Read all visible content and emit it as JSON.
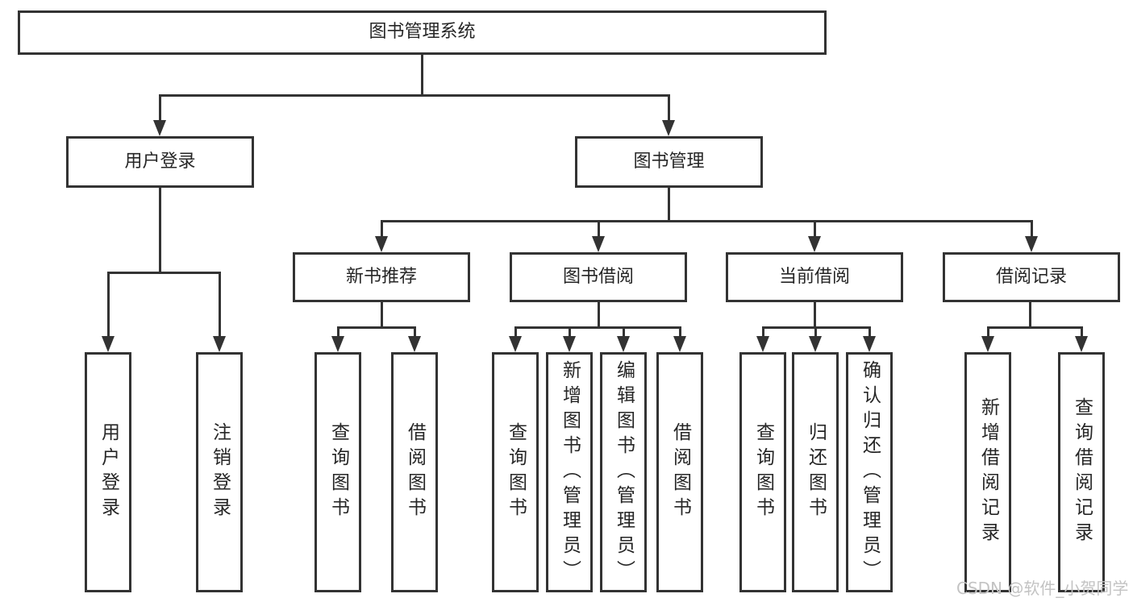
{
  "diagram": {
    "root": {
      "label": "图书管理系统"
    },
    "level2": [
      {
        "label": "用户登录"
      },
      {
        "label": "图书管理"
      }
    ],
    "level3": [
      {
        "label": "新书推荐"
      },
      {
        "label": "图书借阅"
      },
      {
        "label": "当前借阅"
      },
      {
        "label": "借阅记录"
      }
    ],
    "leaves": {
      "user_login": [
        {
          "label": "用户登录"
        },
        {
          "label": "注销登录"
        }
      ],
      "new_book": [
        {
          "label": "查询图书"
        },
        {
          "label": "借阅图书"
        }
      ],
      "book_borrow": [
        {
          "label": "查询图书"
        },
        {
          "label": "新增图书（管理员）"
        },
        {
          "label": "编辑图书（管理员）"
        },
        {
          "label": "借阅图书"
        }
      ],
      "current_borrow": [
        {
          "label": "查询图书"
        },
        {
          "label": "归还图书"
        },
        {
          "label": "确认归还（管理员）"
        }
      ],
      "borrow_records": [
        {
          "label": "新增借阅记录"
        },
        {
          "label": "查询借阅记录"
        }
      ]
    }
  },
  "watermark": {
    "text": "CSDN @软件_小贺同学"
  },
  "colors": {
    "line": "#333333",
    "text": "#262626",
    "background": "#ffffff",
    "watermark": "#c3c3c3"
  }
}
